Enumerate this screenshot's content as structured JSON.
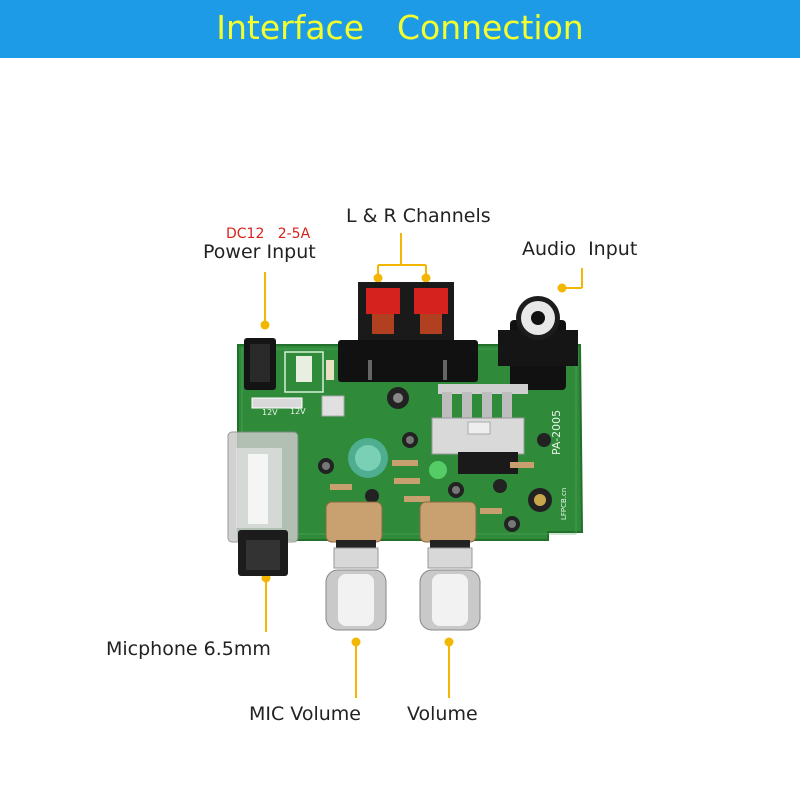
{
  "title": "Interface  Connection",
  "colors": {
    "banner": "#1e9be6",
    "title_text": "#f4ff2e",
    "leader_line": "#f2b705",
    "pcb_green": "#2f8a3a",
    "spec_text": "#d8231c"
  },
  "labels": {
    "power_spec": "DC12   2-5A",
    "power_input": "Power Input",
    "lr_channels": "L & R Channels",
    "audio_input": "Audio  Input",
    "microphone": "Micphone 6.5mm",
    "mic_volume": "MIC Volume",
    "volume": "Volume"
  },
  "board_markings": {
    "model": "PA-2005",
    "cap_label": "12V",
    "cap_label2": "12V",
    "brand": "LFPCB.cn"
  }
}
